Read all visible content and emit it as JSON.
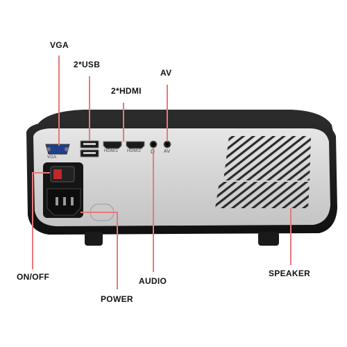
{
  "image": {
    "subject": "projector-rear-panel",
    "labels": {
      "vga": "VGA",
      "usb": "2*USB",
      "hdmi": "2*HDMI",
      "av": "AV",
      "on_off": "ON/OFF",
      "power": "POWER",
      "audio": "AUDIO",
      "speaker": "SPEAKER"
    },
    "panel_text": {
      "vga": "VGA",
      "hdmi1": "HDMI1",
      "hdmi2": "HDMI2",
      "audio_symbol": "Ω",
      "av": "AV"
    },
    "colors": {
      "leader_line": "#e87878",
      "body_dark": "#1e1e1e",
      "panel_silver": "#d9d9d9",
      "switch_red": "#c0282a"
    }
  }
}
